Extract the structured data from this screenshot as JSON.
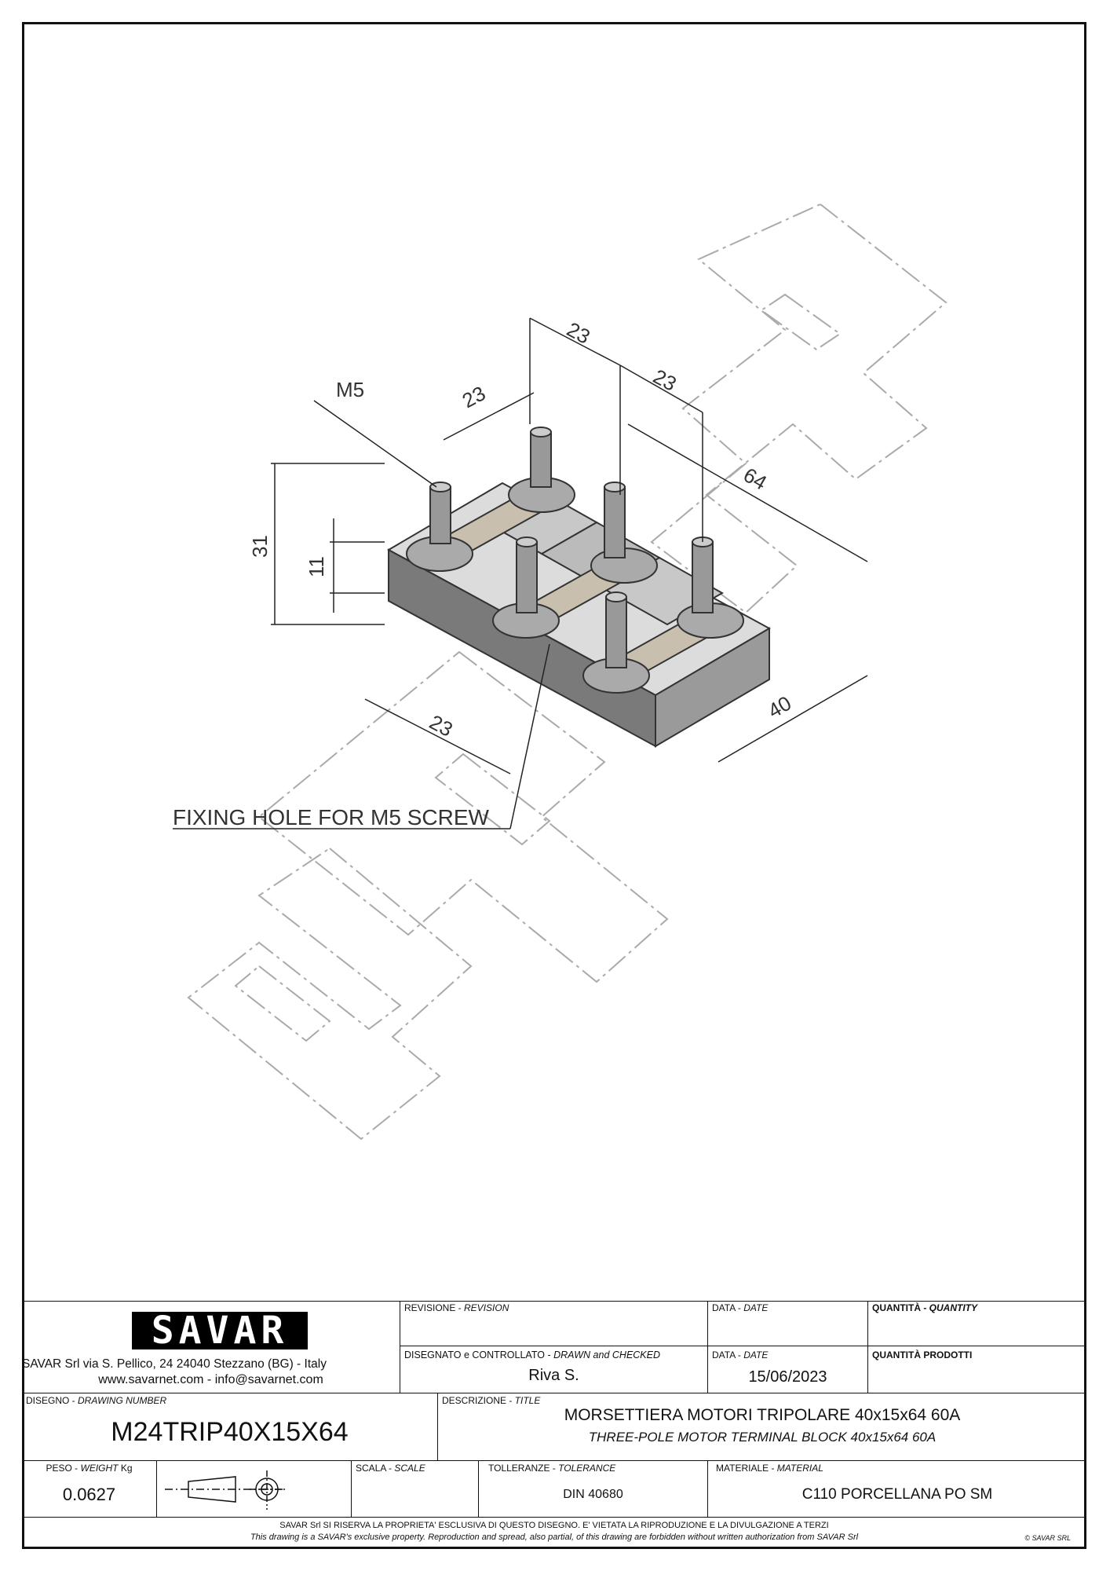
{
  "drawing": {
    "callout_thread": "M5",
    "callout_fixing_hole": "FIXING HOLE FOR M5 SCREW",
    "dimensions": {
      "height_total": "31",
      "height_base": "11",
      "pitch_top_left": "23",
      "pitch_top_middle": "23",
      "pitch_top_right": "23",
      "pitch_bottom": "23",
      "length": "64",
      "width": "40"
    }
  },
  "title_block": {
    "company": {
      "logo_text": "SAVAR",
      "address": "SAVAR Srl via S. Pellico, 24  24040 Stezzano (BG) - Italy",
      "web": "www.savarnet.com  -  info@savarnet.com"
    },
    "revision": {
      "label": "REVISIONE - ",
      "label_en": "REVISION"
    },
    "revision_date": {
      "label": "DATA - ",
      "label_en": "DATE"
    },
    "quantity": {
      "label": "QUANTITÀ - ",
      "label_en": "QUANTITY"
    },
    "drawn": {
      "label": "DISEGNATO e CONTROLLATO - ",
      "label_en": "DRAWN and CHECKED",
      "value": "Riva S."
    },
    "drawn_date": {
      "label": "DATA - ",
      "label_en": "DATE",
      "value": "15/06/2023"
    },
    "product_quantity": {
      "label": "QUANTITÀ  PRODOTTI"
    },
    "drawing_number": {
      "label": "DISEGNO - ",
      "label_en": "DRAWING NUMBER",
      "value": "M24TRIP40X15X64"
    },
    "title": {
      "label": "DESCRIZIONE - ",
      "label_en": "TITLE",
      "value_it": "MORSETTIERA MOTORI TRIPOLARE 40x15x64 60A",
      "value_en": "THREE-POLE MOTOR TERMINAL BLOCK 40x15x64 60A"
    },
    "weight": {
      "label": "PESO - ",
      "label_en": "WEIGHT",
      "unit": " Kg",
      "value": "0.0627"
    },
    "scale": {
      "label": "SCALA - ",
      "label_en": "SCALE"
    },
    "tolerance": {
      "label": "TOLLERANZE - ",
      "label_en": "TOLERANCE",
      "value": "DIN 40680"
    },
    "material": {
      "label": "MATERIALE - ",
      "label_en": "MATERIAL",
      "value": "C110 PORCELLANA PO SM"
    },
    "footer": {
      "notice_it": "SAVAR Srl SI RISERVA LA PROPRIETA' ESCLUSIVA DI QUESTO DISEGNO. E' VIETATA LA RIPRODUZIONE E LA DIVULGAZIONE A TERZI",
      "notice_en": "This drawing is a SAVAR's exclusive property. Reproduction and spread, also partial, of this drawing are forbidden without written authorization from SAVAR Srl",
      "copyright": "© SAVAR SRL"
    }
  }
}
